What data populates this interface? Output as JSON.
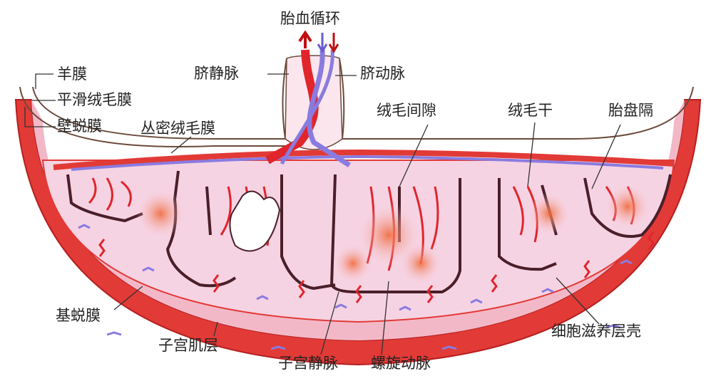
{
  "labels": {
    "title": "胎血循环",
    "umbilical_vein": "脐静脉",
    "umbilical_artery": "脐动脉",
    "amnion": "羊膜",
    "chorion_laeve": "平滑绒毛膜",
    "decidua_parietalis": "壁蜕膜",
    "chorion_frondosum": "丛密绒毛膜",
    "intervillous_space": "绒毛间隙",
    "stem_villus": "绒毛干",
    "placental_septum": "胎盘隔",
    "decidua_basalis": "基蜕膜",
    "myometrium": "子宫肌层",
    "uterine_vein": "子宫静脉",
    "spiral_artery": "螺旋动脉",
    "cytotrophoblast_shell": "细胞滋养层壳"
  },
  "colors": {
    "artery": "#e0252b",
    "vein": "#8a7be0",
    "tissue": "#f6d3e3",
    "outline": "#5a2a2a"
  }
}
